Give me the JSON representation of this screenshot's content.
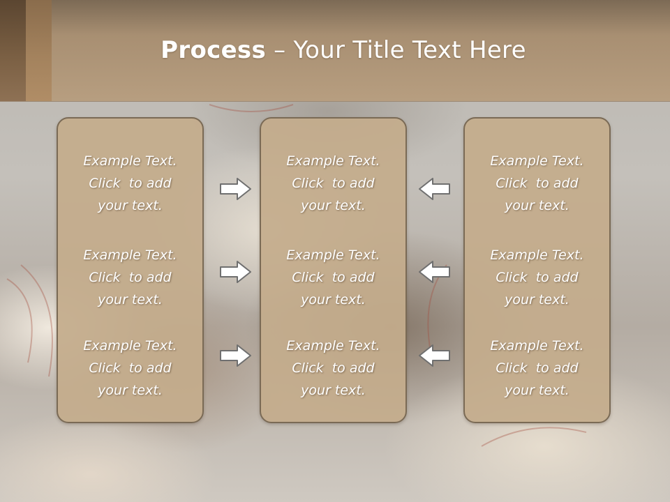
{
  "slide": {
    "title_bold": "Process",
    "title_rest": " – Your Title Text Here"
  },
  "columns": [
    {
      "items": [
        {
          "line1": "Example Text.",
          "line2": "Click  to add",
          "line3": "your text."
        },
        {
          "line1": "Example Text.",
          "line2": "Click  to add",
          "line3": "your text."
        },
        {
          "line1": "Example Text.",
          "line2": "Click  to add",
          "line3": "your text."
        }
      ]
    },
    {
      "items": [
        {
          "line1": "Example Text.",
          "line2": "Click  to add",
          "line3": "your text."
        },
        {
          "line1": "Example Text.",
          "line2": "Click  to add",
          "line3": "your text."
        },
        {
          "line1": "Example Text.",
          "line2": "Click  to add",
          "line3": "your text."
        }
      ]
    },
    {
      "items": [
        {
          "line1": "Example Text.",
          "line2": "Click  to add",
          "line3": "your text."
        },
        {
          "line1": "Example Text.",
          "line2": "Click  to add",
          "line3": "your text."
        },
        {
          "line1": "Example Text.",
          "line2": "Click  to add",
          "line3": "your text."
        }
      ]
    }
  ],
  "arrows": {
    "left_group": "right-arrow-icon",
    "right_group": "left-arrow-icon"
  },
  "colors": {
    "header": "#b79e80",
    "box_fill": "#c4ac8c",
    "box_border": "#7a6a55",
    "text": "#ffffff"
  }
}
